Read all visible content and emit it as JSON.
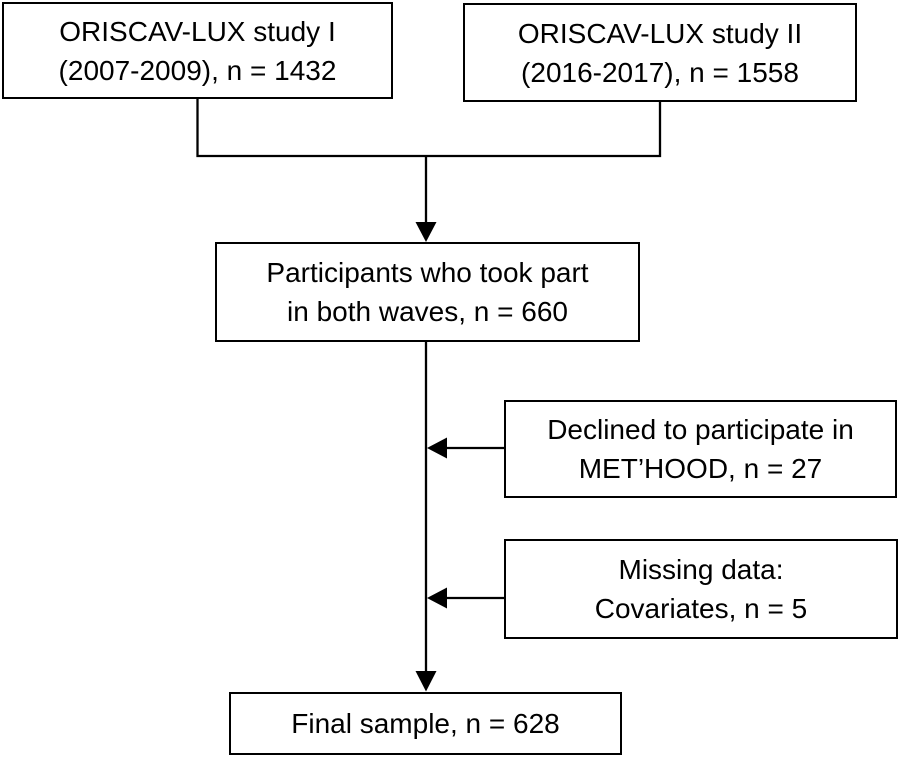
{
  "diagram_type": "participant-flow",
  "colors": {
    "background": "#ffffff",
    "box_border": "#000000",
    "line": "#000000",
    "text": "#000000"
  },
  "boxes": {
    "study1": {
      "line1": "ORISCAV-LUX study I",
      "line2": "(2007-2009), n = 1432"
    },
    "study2": {
      "line1": "ORISCAV-LUX study II",
      "line2": "(2016-2017), n = 1558"
    },
    "participants": {
      "line1": "Participants who took part",
      "line2": "in both waves, n = 660"
    },
    "declined": {
      "line1": "Declined to participate in",
      "line2": "MET’HOOD, n = 27"
    },
    "missing": {
      "line1": "Missing data:",
      "line2": "Covariates, n = 5"
    },
    "final": {
      "line1": "Final sample, n = 628"
    }
  }
}
